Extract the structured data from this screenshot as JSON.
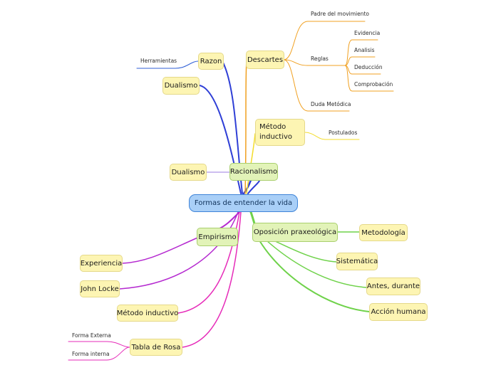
{
  "central": {
    "label": "Formas de entender la vida"
  },
  "main_branches": {
    "racionalismo": "Racionalismo",
    "empirismo": "Empirismo",
    "oposicion": "Oposición  praxeológica"
  },
  "racionalismo_children": {
    "razon": "Razon",
    "dualismo_top": "Dualismo",
    "descartes": "Descartes",
    "metodo_inductivo": "Método inductivo",
    "dualismo_side": "Dualismo"
  },
  "razon_children": {
    "herramientas": "Herramientas"
  },
  "descartes_children": {
    "padre": "Padre del movimiento",
    "reglas": "Reglas",
    "duda": "Duda Metódica"
  },
  "reglas_children": {
    "evidencia": "Evidencia",
    "analisis": "Analisis",
    "deduccion": "Deducción",
    "comprobacion": "Comprobación"
  },
  "metodo_children": {
    "postulados": "Postulados"
  },
  "empirismo_children": {
    "experiencia": "Experiencia",
    "john_locke": "John Locke",
    "metodo_inductivo": "Método inductivo",
    "tabla_rosa": "Tabla de Rosa"
  },
  "tabla_children": {
    "forma_externa": "Forma Externa",
    "forma_interna": "Forma interna"
  },
  "oposicion_children": {
    "metodologia": "Metodología",
    "sistematica": "Sistemática",
    "antes_durante": "Antes, durante",
    "accion_humana": "Acción  humana"
  },
  "colors": {
    "central_fill": "#a9cff7",
    "central_border": "#3f84d8",
    "topic_fill": "#fdf5b3",
    "green_fill": "#e2f3b8",
    "line_blue": "#2f3fd6",
    "line_orange": "#f0a020",
    "line_yellow": "#f3dc2a",
    "line_purple": "#b52ad0",
    "line_magenta": "#e62bb9",
    "line_green": "#6fd24a"
  }
}
